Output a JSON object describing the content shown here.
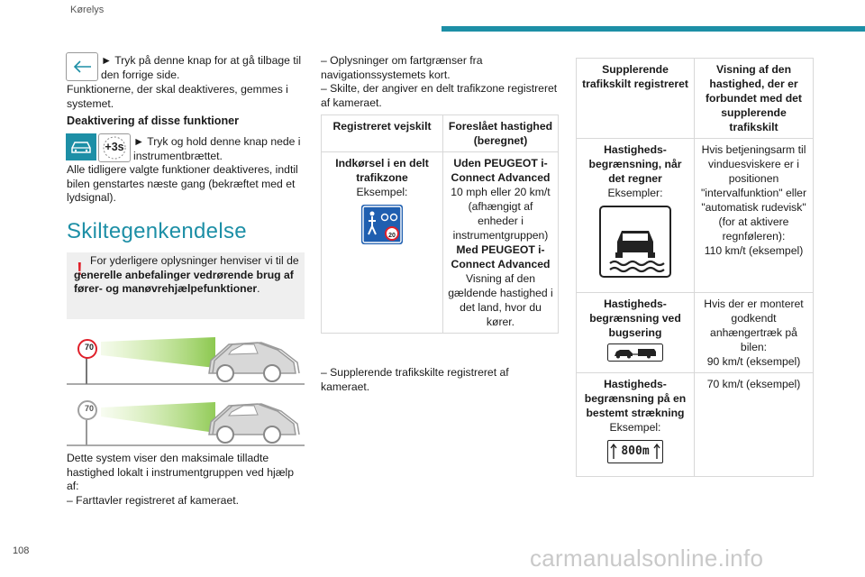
{
  "header": {
    "section": "Kørelys",
    "page_number": "108",
    "watermark": "carmanualsonline.info",
    "accent": "#1d8fa6"
  },
  "col1": {
    "back_text": "► Tryk på denne knap for at gå tilbage til den forrige side.",
    "saved_text": "Funktionerne, der skal deaktiveres, gemmes i systemet.",
    "deact_heading": "Deaktivering af disse funktioner",
    "plus3s_label": "+3s",
    "hold_text": "► Tryk og hold denne knap nede i instrumentbrættet.",
    "all_text": "Alle tidligere valgte funktioner deaktiveres, indtil bilen genstartes næste gang (bekræftet med et lydsignal).",
    "section_title": "Skiltegenkendelse",
    "note_pre": "For yderligere oplysninger henviser vi til de ",
    "note_bold": "generelle anbefalinger vedrørende brug af fører- og manøvrehjælpefunktioner",
    "note_post": ".",
    "sign1": "70",
    "sign2": "70",
    "desc_text": "Dette system viser den maksimale tilladte hastighed lokalt i instrumentgruppen ved hjælp af:",
    "bullet1": "– Farttavler registreret af kameraet."
  },
  "col2": {
    "b2": "– Oplysninger om fartgrænser fra navigationssystemets kort.",
    "b3": "– Skilte, der angiver en delt trafikzone registreret af kameraet.",
    "table": {
      "h1": "Registreret vejskilt",
      "h2": "Foreslået hastighed (beregnet)",
      "r1_label": "Indkørsel i en delt trafikzone",
      "r1_example": "Eksempel:",
      "r1_sign_value": "20",
      "r1_a_bold": "Uden PEUGEOT i-Connect Advanced",
      "r1_a_text": "10 mph eller 20 km/t (afhængigt af enheder i instrumentgruppen)",
      "r1_b_bold": "Med PEUGEOT i-Connect Advanced",
      "r1_b_text": "Visning af den gældende hastighed i det land, hvor du kører."
    },
    "b4": "– Supplerende trafikskilte registreret af kameraet."
  },
  "col3": {
    "h1": "Supplerende trafikskilt registreret",
    "h2": "Visning af den hastighed, der er forbundet med det supplerende trafikskilt",
    "r1_label": "Hastigheds-begrænsning, når det regner",
    "r1_example": "Eksempler:",
    "r1_text": "Hvis betjeningsarm til vinduesviskere er i positionen \"intervalfunktion\" eller \"automatisk rudevisk\" (for at aktivere regnføleren):",
    "r1_value": "110 km/t (eksempel)",
    "r2_label": "Hastigheds-begrænsning ved bugsering",
    "r2_text": "Hvis der er monteret godkendt anhængertræk på bilen:",
    "r2_value": "90 km/t (eksempel)",
    "r3_label": "Hastigheds-begrænsning på en bestemt strækning",
    "r3_example": "Eksempel:",
    "r3_sign_value": "800m",
    "r3_value": "70 km/t (eksempel)"
  }
}
